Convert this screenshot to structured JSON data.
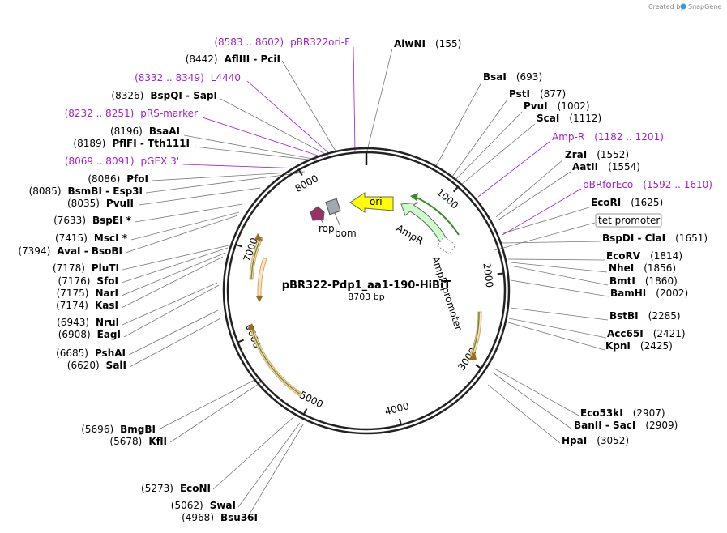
{
  "credit": {
    "prefix": "Created by",
    "brand": "SnapGene"
  },
  "plasmid": {
    "name": "pBR322-Pdp1_aa1-190-HiBiT",
    "length": "8703 bp",
    "total_bp": 8703
  },
  "ticks": [
    "1000",
    "2000",
    "3000",
    "4000",
    "5000",
    "6000",
    "7000",
    "8000"
  ],
  "features": {
    "ori": "ori",
    "ampr": "AmpR",
    "amp_promoter": "AmpR promoter",
    "rop": "rop",
    "bom": "bom"
  },
  "colors": {
    "ori": "#ffff00",
    "ampr": "#ccffcc",
    "rop": "#993366",
    "bom": "#a0a8b0",
    "orf_fill": "#f5e6c6",
    "orf_stroke": "#e0a060",
    "purple": "#a020c8"
  },
  "right_labels": [
    {
      "name": "AlwNI",
      "pos": "(155)"
    },
    {
      "name": "BsaI",
      "pos": "(693)"
    },
    {
      "name": "PstI",
      "pos": "(877)"
    },
    {
      "name": "PvuI",
      "pos": "(1002)"
    },
    {
      "name": "ScaI",
      "pos": "(1112)"
    },
    {
      "name": "Amp-R",
      "pos": "(1182 .. 1201)"
    },
    {
      "name": "ZraI",
      "pos": "(1552)"
    },
    {
      "name": "AatII",
      "pos": "(1554)"
    },
    {
      "name": "pBRforEco",
      "pos": "(1592 .. 1610)"
    },
    {
      "name": "EcoRI",
      "pos": "(1625)"
    },
    {
      "name": "tet promoter",
      "pos": ""
    },
    {
      "name": "BspDI - ClaI",
      "pos": "(1651)"
    },
    {
      "name": "EcoRV",
      "pos": "(1814)"
    },
    {
      "name": "NheI",
      "pos": "(1856)"
    },
    {
      "name": "BmtI",
      "pos": "(1860)"
    },
    {
      "name": "BamHI",
      "pos": "(2002)"
    },
    {
      "name": "BstBI",
      "pos": "(2285)"
    },
    {
      "name": "Acc65I",
      "pos": "(2421)"
    },
    {
      "name": "KpnI",
      "pos": "(2425)"
    },
    {
      "name": "Eco53kI",
      "pos": "(2907)"
    },
    {
      "name": "BanII - SacI",
      "pos": "(2909)"
    },
    {
      "name": "HpaI",
      "pos": "(3052)"
    }
  ],
  "left_labels": [
    {
      "name": "pBR322ori-F",
      "pos": "(8583 .. 8602)"
    },
    {
      "name": "AflIII - PciI",
      "pos": "(8442)"
    },
    {
      "name": "L4440",
      "pos": "(8332 .. 8349)"
    },
    {
      "name": "BspQI - SapI",
      "pos": "(8326)"
    },
    {
      "name": "pRS-marker",
      "pos": "(8232 .. 8251)"
    },
    {
      "name": "BsaAI",
      "pos": "(8196)"
    },
    {
      "name": "PflFI - Tth111I",
      "pos": "(8189)"
    },
    {
      "name": "pGEX 3'",
      "pos": "(8069 .. 8091)"
    },
    {
      "name": "PfoI",
      "pos": "(8086)"
    },
    {
      "name": "BsmBI - Esp3I",
      "pos": "(8085)"
    },
    {
      "name": "PvuII",
      "pos": "(8035)"
    },
    {
      "name": "BspEI *",
      "pos": "(7633)"
    },
    {
      "name": "MscI *",
      "pos": "(7415)"
    },
    {
      "name": "AvaI - BsoBI",
      "pos": "(7394)"
    },
    {
      "name": "PluTI",
      "pos": "(7178)"
    },
    {
      "name": "SfoI",
      "pos": "(7176)"
    },
    {
      "name": "NarI",
      "pos": "(7175)"
    },
    {
      "name": "KasI",
      "pos": "(7174)"
    },
    {
      "name": "NruI",
      "pos": "(6943)"
    },
    {
      "name": "EagI",
      "pos": "(6908)"
    },
    {
      "name": "PshAI",
      "pos": "(6685)"
    },
    {
      "name": "SalI",
      "pos": "(6620)"
    },
    {
      "name": "BmgBI",
      "pos": "(5696)"
    },
    {
      "name": "KflI",
      "pos": "(5678)"
    },
    {
      "name": "EcoNI",
      "pos": "(5273)"
    },
    {
      "name": "SwaI",
      "pos": "(5062)"
    },
    {
      "name": "Bsu36I",
      "pos": "(4968)"
    }
  ]
}
